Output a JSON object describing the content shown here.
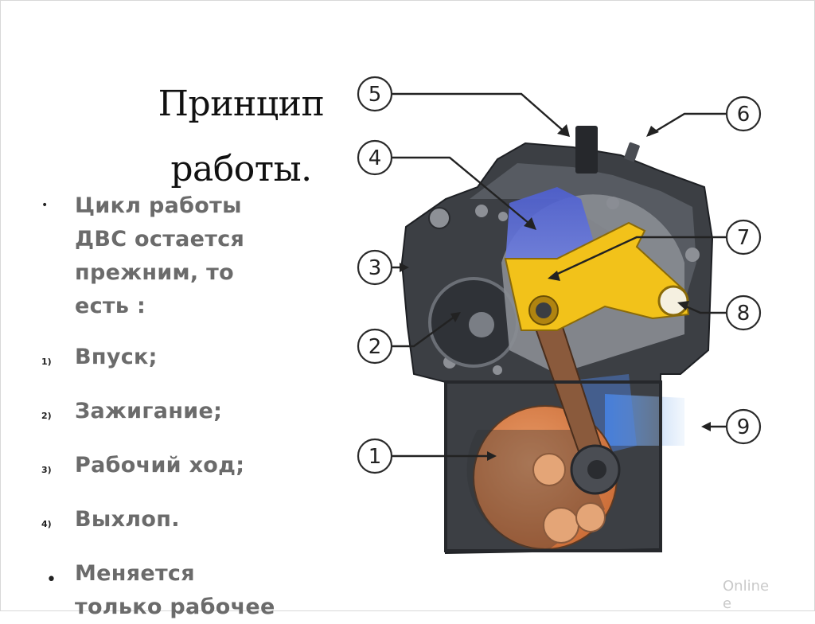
{
  "slide": {
    "title_line1": "Принцип",
    "title_line2": "работы.",
    "bullets": [
      {
        "marker": "•",
        "text_lines": [
          "Цикл работы",
          "ДВС остается",
          "прежним, то",
          "есть :"
        ]
      },
      {
        "marker": "1)",
        "text": "Впуск;"
      },
      {
        "marker": "2)",
        "text": "Зажигание;"
      },
      {
        "marker": "3)",
        "text": "Рабочий ход;"
      },
      {
        "marker": "4)",
        "text": "Выхлоп."
      },
      {
        "marker": "•",
        "text_lines": [
          "Меняется",
          "только рабочее"
        ]
      }
    ],
    "watermark": [
      "Online",
      "e"
    ]
  },
  "diagram": {
    "callouts": [
      "1",
      "2",
      "3",
      "4",
      "5",
      "6",
      "7",
      "8",
      "9"
    ],
    "colors": {
      "block": "#3c3f44",
      "block_light": "#5b5f66",
      "crank": "#d97a45",
      "rod": "#8a5a3c",
      "yellow_lever": "#f2c21a",
      "chamber_blue": "#5a6fd8",
      "exhaust_blue": "#6aa3e8"
    }
  }
}
